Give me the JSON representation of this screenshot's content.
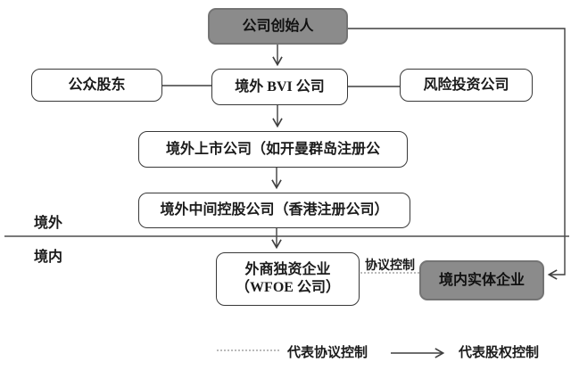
{
  "nodes": {
    "founder": "公司创始人",
    "public_shareholders": "公众股东",
    "bvi": "境外 BVI 公司",
    "venture_capital": "风险投资公司",
    "offshore_listed": "境外上市公司（如开曼群岛注册公",
    "intermediate_holding": "境外中间控股公司（香港注册公司）",
    "wfoe_line1": "外商独资企业",
    "wfoe_line2": "（WFOE 公司）",
    "domestic_entity": "境内实体企业"
  },
  "labels": {
    "offshore": "境外",
    "onshore": "境内",
    "agreement_control": "协议控制"
  },
  "legend": {
    "agreement": "代表协议控制",
    "equity": "代表股权控制"
  },
  "colors": {
    "gray_node_fill": "#8b8b8b",
    "gray_node_border": "#747474",
    "node_border": "#383838",
    "line": "#3f3f3f",
    "dotted_line": "#909090",
    "text": "#1b1b1b",
    "background": "#ffffff"
  }
}
